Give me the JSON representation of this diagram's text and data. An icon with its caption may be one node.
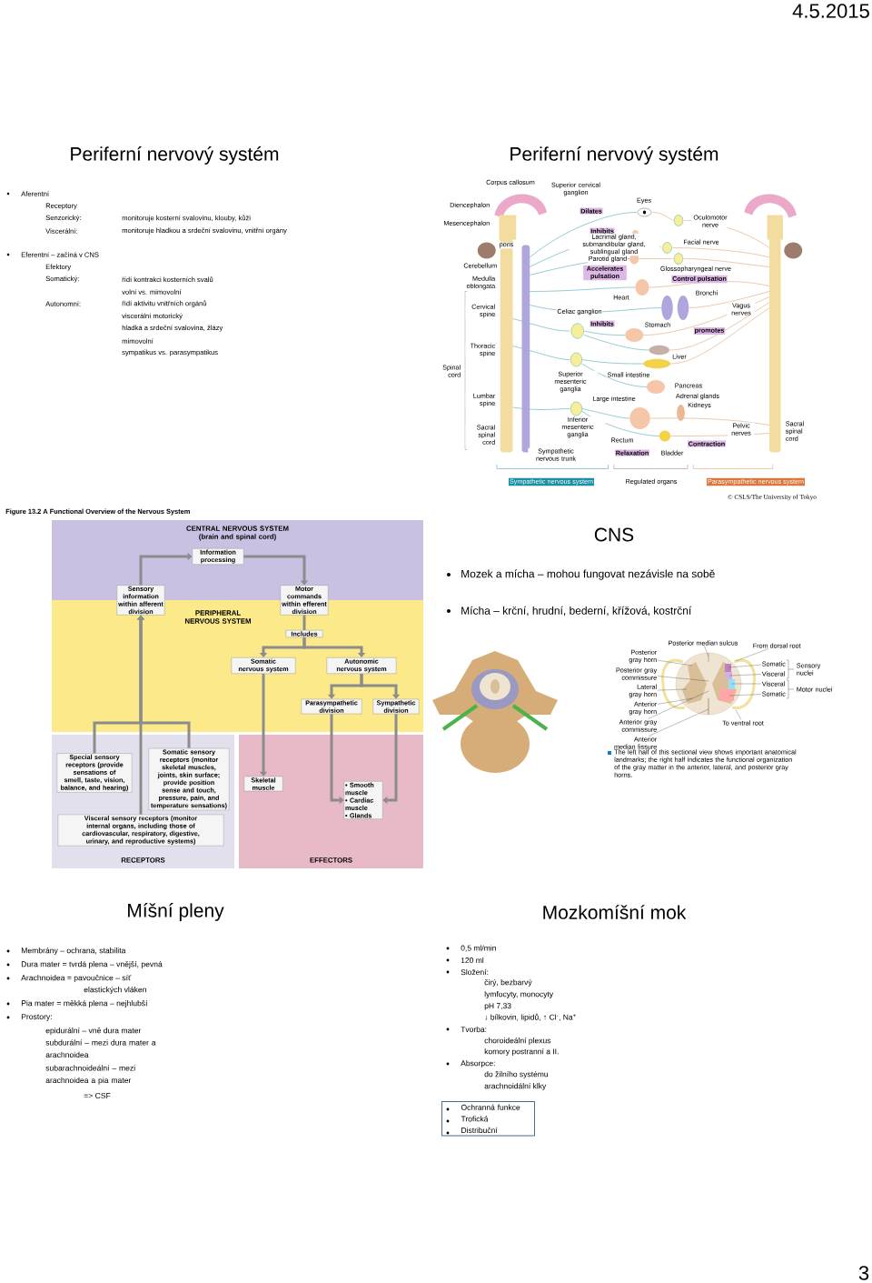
{
  "diagram": {
    "nodes": [
      {
        "text": [],
        "shape": "picture"
      },
      {
        "text": [
          "Dilates"
        ],
        "in": 0
      },
      {
        "text": [
          "Inhibits"
        ],
        "in": 0
      },
      {
        "text": [
          "Accelerates pulsation"
        ],
        "in": 0
      },
      {
        "text": [
          "Control pulsation"
        ],
        "in": 0
      },
      {
        "text": [
          "Inhibits"
        ],
        "in": 0
      },
      {
        "text": [
          "promotes"
        ],
        "in": 0
      },
      {
        "text": [
          "Relaxation"
        ],
        "in": 0
      },
      {
        "text": [
          "Contraction"
        ],
        "in": 0
      },
      {
        "text": [
          "Sympathetic nervous system"
        ]
      },
      {
        "text": [
          "Parasympathetic nervous system"
        ]
      },
      {
        "text": [
          "CENTRAL NERVOUS SYSTEM (brain and spinal cord)"
        ]
      },
      {
        "text": [
          "PERIPHERAL NERVOUS SYSTEM"
        ]
      },
      {
        "text": [
          "RECEPTORS"
        ]
      },
      {
        "text": [
          "EFFECTORS"
        ]
      },
      {
        "text": [
          "Information processing"
        ],
        "in": 11
      },
      {
        "text": [
          "Sensory information within afferent division"
        ]
      },
      {
        "text": [
          "Motor commands within efferent division"
        ]
      },
      {
        "text": [
          "Includes"
        ],
        "in": 12
      },
      {
        "text": [
          "Somatic nervous system"
        ],
        "in": 12
      },
      {
        "text": [
          "Autonomic nervous system"
        ],
        "in": 12
      },
      {
        "text": [
          "Parasympathetic division"
        ],
        "in": 12
      },
      {
        "text": [
          "Sympathetic division"
        ],
        "in": 12
      },
      {
        "text": [
          "Special sensory receptors (provide sensations of smell, taste, vision, balance, and hearing)"
        ],
        "in": 13
      },
      {
        "text": [
          "Somatic sensory receptors (monitor skeletal muscles, joints, skin surface; provide position sense and touch, pressure, pain, and temperature sensations)"
        ],
        "in": 13
      },
      {
        "text": [
          "Visceral sensory receptors (monitor internal organs, including those of cardiovascular, respiratory, digestive, urinary, and reproductive systems)"
        ],
        "in": 13
      },
      {
        "text": [
          "Skeletal muscle"
        ],
        "in": 14
      },
      {
        "text": [
          "• Smooth muscle",
          "• Cardiac muscle",
          "• Glands"
        ],
        "in": 14
      },
      {
        "text": [],
        "shape": "picture"
      },
      {
        "text": [
          "Posterior median sulcus"
        ]
      },
      {
        "text": [
          "From dorsal root"
        ]
      },
      {
        "text": [
          "Posterior gray horn"
        ]
      },
      {
        "text": [
          "Posterior gray commissure"
        ]
      },
      {
        "text": [
          "Lateral gray horn"
        ]
      },
      {
        "text": [
          "Anterior gray horn"
        ]
      },
      {
        "text": [
          "Anterior gray commissure"
        ]
      },
      {
        "text": [
          "Anterior median fissure"
        ]
      },
      {
        "text": [
          "To ventral root"
        ]
      },
      {
        "text": [
          "Somatic"
        ]
      },
      {
        "text": [
          "Visceral"
        ]
      },
      {
        "text": [
          "Visceral"
        ]
      },
      {
        "text": [
          "Somatic"
        ]
      },
      {
        "text": [
          "Ochranná funkce",
          "Trofická",
          "Distribuční"
        ]
      }
    ],
    "edges": [
      {
        "from": 16,
        "to": 15,
        "arrow": "to",
        "style": "thick",
        "color": "#8c8c8c"
      },
      {
        "from": 15,
        "to": 17,
        "arrow": "to",
        "style": "thick",
        "color": "#8c8c8c"
      },
      {
        "from": 17,
        "to": 18,
        "arrow": "none",
        "style": "thick",
        "color": "#8c8c8c"
      },
      {
        "from": 18,
        "to": 19,
        "arrow": "to",
        "style": "thick",
        "color": "#8c8c8c"
      },
      {
        "from": 18,
        "to": 20,
        "arrow": "to",
        "style": "thick",
        "color": "#8c8c8c"
      },
      {
        "from": 20,
        "to": 21,
        "arrow": "to",
        "style": "thick",
        "color": "#8c8c8c"
      },
      {
        "from": 20,
        "to": 22,
        "arrow": "to",
        "style": "thick",
        "color": "#8c8c8c"
      },
      {
        "from": 19,
        "to": 26,
        "arrow": "to",
        "style": "thick",
        "color": "#8c8c8c"
      },
      {
        "from": 21,
        "to": 27,
        "arrow": "to",
        "style": "thick",
        "color": "#8c8c8c"
      },
      {
        "from": 22,
        "to": 27,
        "arrow": "to",
        "style": "thick",
        "color": "#8c8c8c"
      },
      {
        "from": 23,
        "to": 16,
        "arrow": "to",
        "style": "thick",
        "color": "#8c8c8c"
      },
      {
        "from": 24,
        "to": 16,
        "arrow": "to",
        "style": "thick",
        "color": "#8c8c8c"
      },
      {
        "from": 25,
        "to": 16,
        "arrow": "to",
        "style": "thick",
        "color": "#8c8c8c"
      },
      {
        "from": 29,
        "to": 28,
        "arrow": "none"
      },
      {
        "from": 30,
        "to": 28,
        "arrow": "none"
      },
      {
        "from": 31,
        "to": 28,
        "arrow": "none"
      },
      {
        "from": 32,
        "to": 28,
        "arrow": "none"
      },
      {
        "from": 33,
        "to": 28,
        "arrow": "none"
      },
      {
        "from": 34,
        "to": 28,
        "arrow": "none"
      },
      {
        "from": 35,
        "to": 28,
        "arrow": "none"
      },
      {
        "from": 36,
        "to": 28,
        "arrow": "none"
      },
      {
        "from": 37,
        "to": 28,
        "arrow": "none"
      },
      {
        "from": 38,
        "to": 28,
        "arrow": "none"
      },
      {
        "from": 39,
        "to": 28,
        "arrow": "none"
      },
      {
        "from": 40,
        "to": 28,
        "arrow": "none"
      },
      {
        "from": 41,
        "to": 28,
        "arrow": "none"
      }
    ],
    "labels": [
      "4.5.2015",
      "Periferní nervový systém",
      "Periferní nervový systém",
      "Aferentní",
      "Receptory",
      "Senzorický:",
      "monitoruje kosterní svalovinu, klouby, kůži",
      "Viscerální:",
      "monitoruje hladkou a srdeční svalovinu, vnitřní orgány",
      "Eferentní – začíná v CNS",
      "Efektory",
      "Somatický:",
      "řídí kontrakci kosterních svalů",
      "volní vs. mimovolní",
      "Autonomní:",
      "řídí aktivitu vnitřních orgánů",
      "viscerální motorický",
      "hladká a srdeční svalovina, žlázy",
      "mimovolní",
      "sympatikus vs. parasympatikus",
      "Corpus callosum",
      "Diencephalon",
      "Superior cervical ganglion",
      "Eyes",
      "Oculomotor nerve",
      "Mesencephalon",
      "Lacrimal gland, submandibular gland, sublingual gland",
      "Facial nerve",
      "Cerebellum",
      "pons",
      "Parotid gland",
      "Glossopharyngeal nerve",
      "Medulla oblongata",
      "Heart",
      "Bronchi",
      "Cervical spine",
      "Vagus nerves",
      "Celiac ganglion",
      "Stomach",
      "Thoracic spine",
      "Liver",
      "Spinal cord",
      "Small intestine",
      "Superior mesenteric ganglia",
      "Pancreas",
      "Adrenal glands",
      "Large intestine",
      "Lumbar spine",
      "Kidneys",
      "Inferior mesenteric ganglia",
      "Pelvic nerves",
      "Sacral spinal cord",
      "Sacral spinal cord",
      "Rectum",
      "Bladder",
      "Sympathetic nervous trunk",
      "Regulated organs",
      "© CSLS/The University of Tokyo",
      "Figure 13.2 A Functional Overview of the Nervous System",
      "CNS",
      "Mozek a mícha – mohou fungovat nezávisle na sobě",
      "Mícha – krční, hrudní, bederní, křížová, kostrční",
      "Sensory nuclei",
      "Motor nuclei",
      "The left half of this sectional view shows important anatomical landmarks; the right half indicates the functional organization of the gray matter in the anterior, lateral, and posterior gray horns.",
      "Míšní pleny",
      "Mozkomíšní mok",
      "Membrány – ochrana, stabilita",
      "Dura mater = tvrdá plena – vnější, pevná",
      "Arachnoidea = pavoučnice – síť",
      "elastických vláken",
      "Pia mater = měkká plena – nejhlubší",
      "Prostory:",
      "epidurální – vně dura mater",
      "subdurální – mezi dura mater a arachnoidea",
      "subarachnoideální – mezi arachnoidea a pia mater",
      "=> CSF",
      "0,5 ml/min",
      "120 ml",
      "Složení:",
      "čirý, bezbarvý",
      "lymfocyty, monocyty",
      "pH 7,33",
      "↓ bílkovin, lipidů, ↑ Cl$^{-}$, Na$^{+}$",
      "Tvorba:",
      "choroideální plexus",
      "komory postranní a II.",
      "Absorpce:",
      "do žilního systému",
      "arachnoidální klky",
      "3"
    ]
  }
}
